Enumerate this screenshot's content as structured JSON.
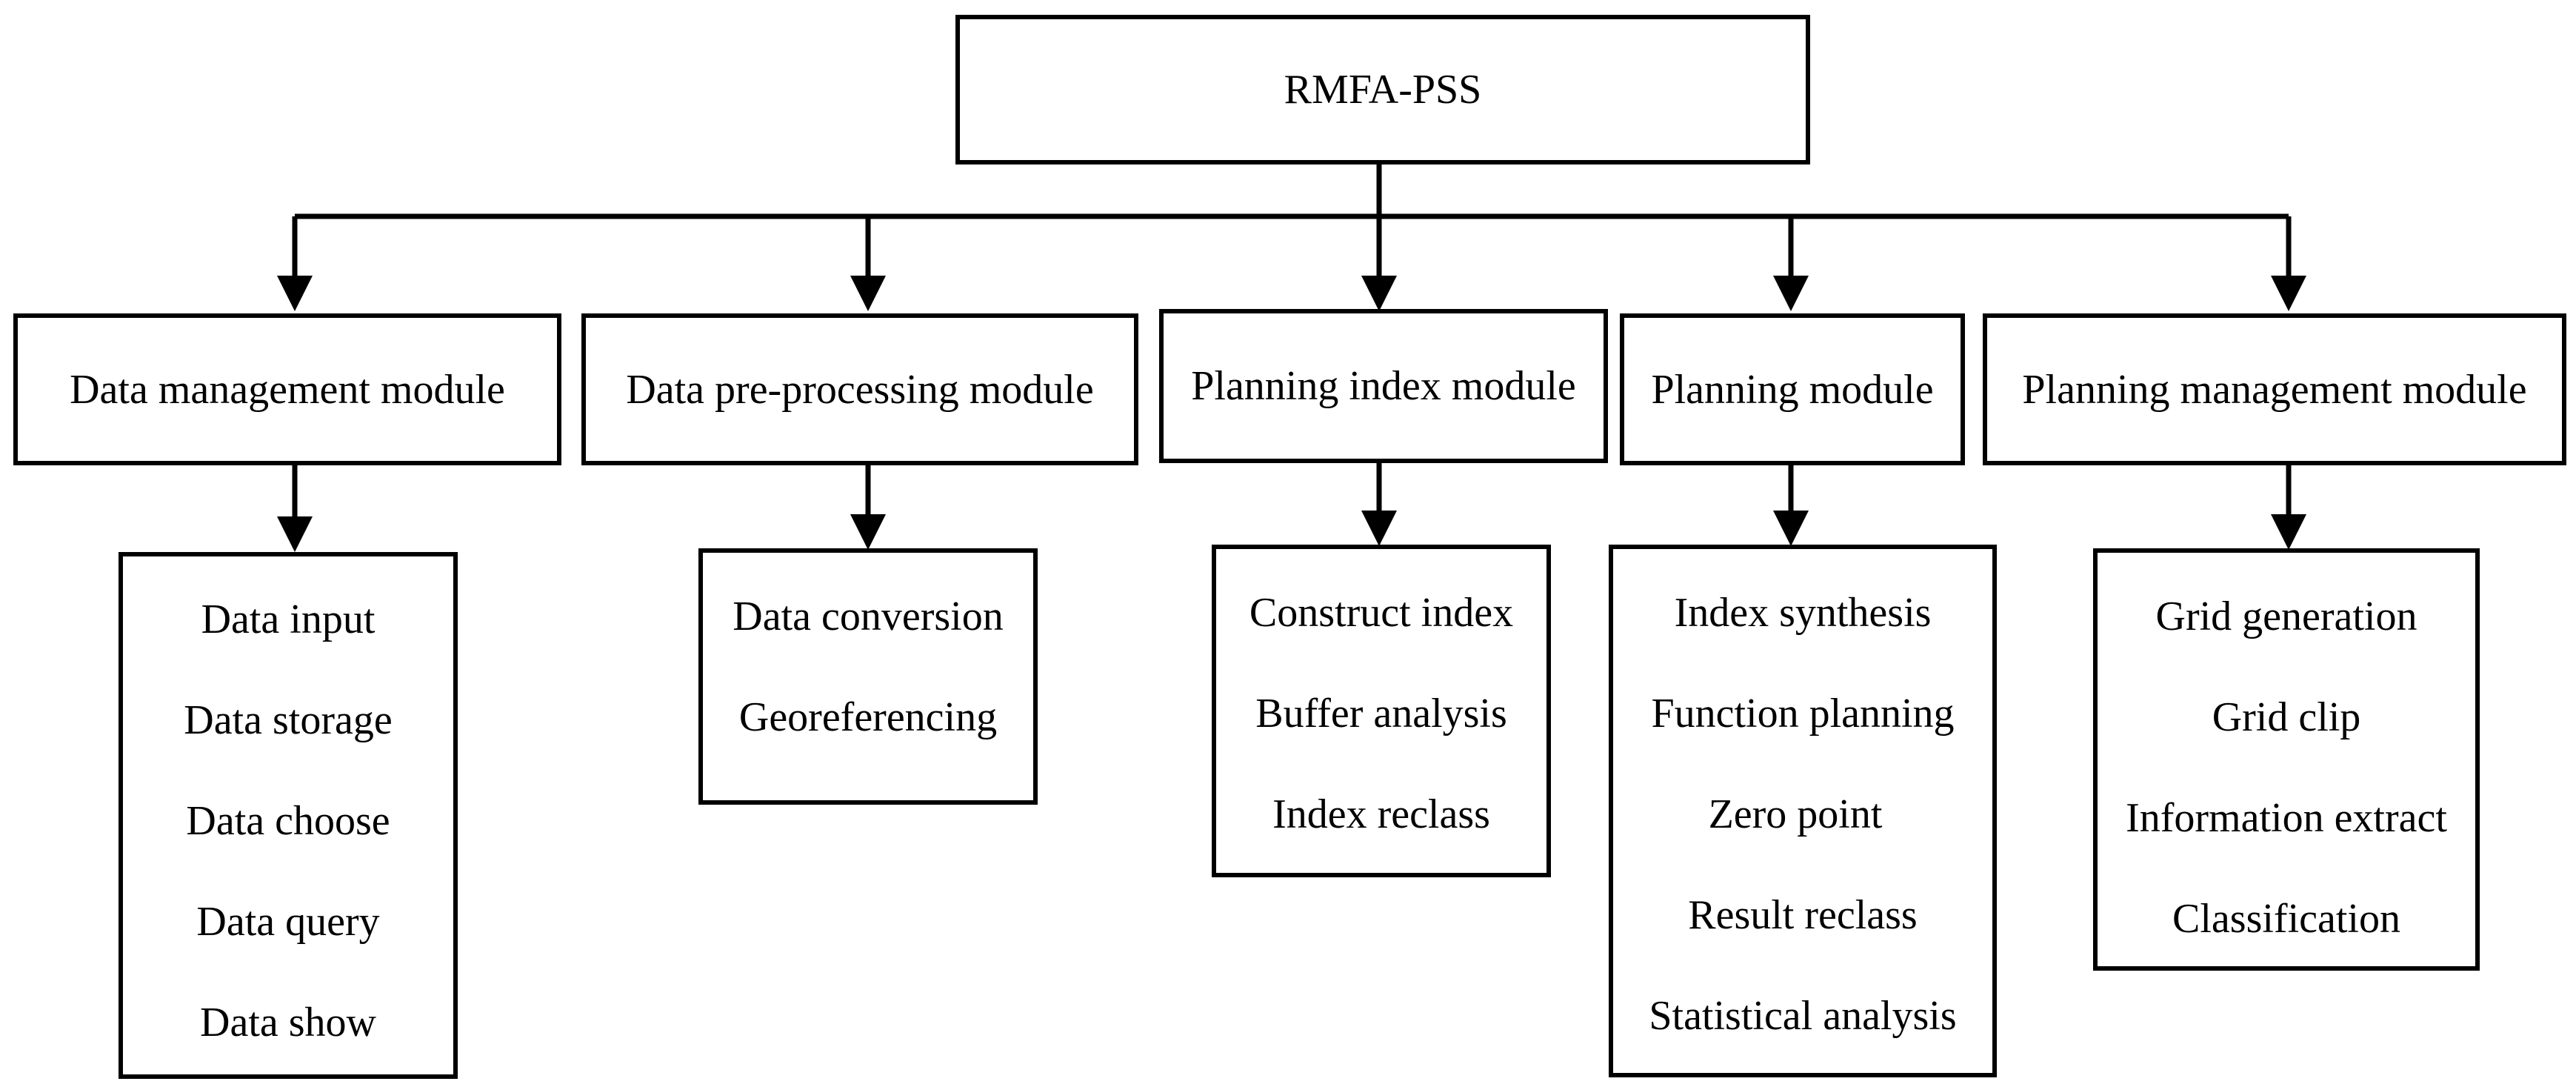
{
  "root": {
    "label": "RMFA-PSS"
  },
  "modules": [
    {
      "label": "Data management module",
      "functions": [
        "Data input",
        "Data storage",
        "Data choose",
        "Data query",
        "Data show"
      ]
    },
    {
      "label": "Data pre-processing module",
      "functions": [
        "Data conversion",
        "Georeferencing"
      ]
    },
    {
      "label": "Planning index module",
      "functions": [
        "Construct index",
        "Buffer analysis",
        "Index reclass"
      ]
    },
    {
      "label": "Planning module",
      "functions": [
        "Index synthesis",
        "Function planning",
        "Zero point",
        "Result reclass",
        "Statistical analysis"
      ]
    },
    {
      "label": "Planning management module",
      "functions": [
        "Grid generation",
        "Grid clip",
        "Information extract",
        "Classification"
      ]
    }
  ]
}
